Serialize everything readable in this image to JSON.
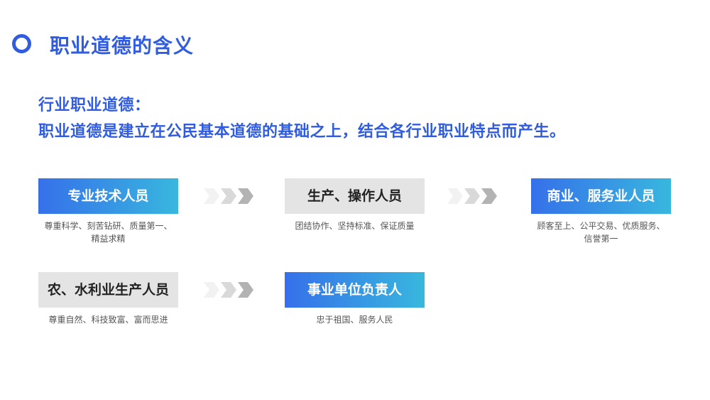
{
  "header": {
    "title": "职业道德的含义"
  },
  "intro": {
    "line1": "行业职业道德：",
    "line2": "职业道德是建立在公民基本道德的基础之上，结合各行业职业特点而产生。"
  },
  "colors": {
    "accent": "#2f5ce0",
    "gradient_start": "#3670ea",
    "gradient_end": "#38b7de",
    "gray_box": "#e4e4e4"
  },
  "groups": [
    {
      "title": "专业技术人员",
      "style": "blue",
      "desc": [
        "尊重科学、刻苦钻研、质量第一、",
        "精益求精"
      ]
    },
    {
      "title": "生产、操作人员",
      "style": "gray",
      "desc": [
        "团结协作、坚持标准、保证质量"
      ]
    },
    {
      "title": "商业、服务业人员",
      "style": "blue",
      "desc": [
        "顾客至上、公平交易、优质服务、",
        "信誉第一"
      ]
    },
    {
      "title": "农、水利业生产人员",
      "style": "gray",
      "desc": [
        "尊重自然、科技致富、富而思进"
      ]
    },
    {
      "title": "事业单位负责人",
      "style": "blue",
      "desc": [
        "忠于祖国、服务人民"
      ]
    }
  ]
}
